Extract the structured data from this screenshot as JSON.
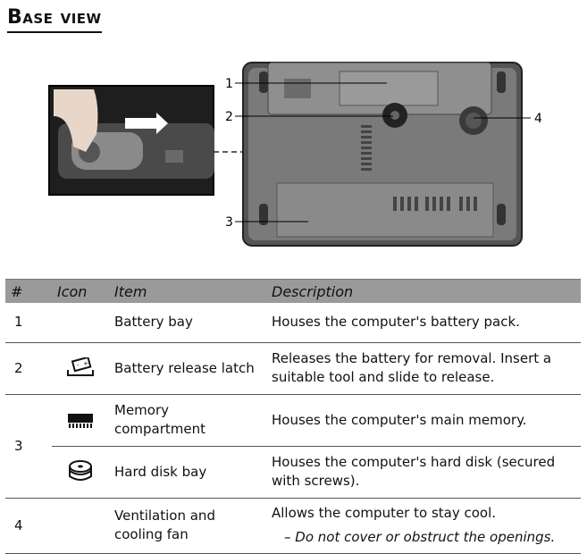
{
  "page": {
    "title": "Base view"
  },
  "figure": {
    "callouts": [
      "1",
      "2",
      "3",
      "4"
    ]
  },
  "table": {
    "headers": [
      "#",
      "Icon",
      "Item",
      "Description"
    ],
    "rows": [
      {
        "num": "1",
        "icon": "",
        "item": "Battery bay",
        "description": "Houses the computer's battery pack."
      },
      {
        "num": "2",
        "icon": "battery-release-latch-icon",
        "item": "Battery release latch",
        "description": "Releases the battery for removal. Insert a suitable tool and slide to release."
      },
      {
        "num": "3",
        "icon": "memory-icon",
        "item": "Memory compartment",
        "description": "Houses the computer's main memory."
      },
      {
        "num": "",
        "icon": "hard-disk-icon",
        "item": "Hard disk bay",
        "description": "Houses the computer's hard disk (secured with screws)."
      },
      {
        "num": "4",
        "icon": "",
        "item": "Ventilation and cooling fan",
        "description": "Allows the computer to stay cool.",
        "note": "– Do not cover or obstruct the openings."
      }
    ]
  }
}
